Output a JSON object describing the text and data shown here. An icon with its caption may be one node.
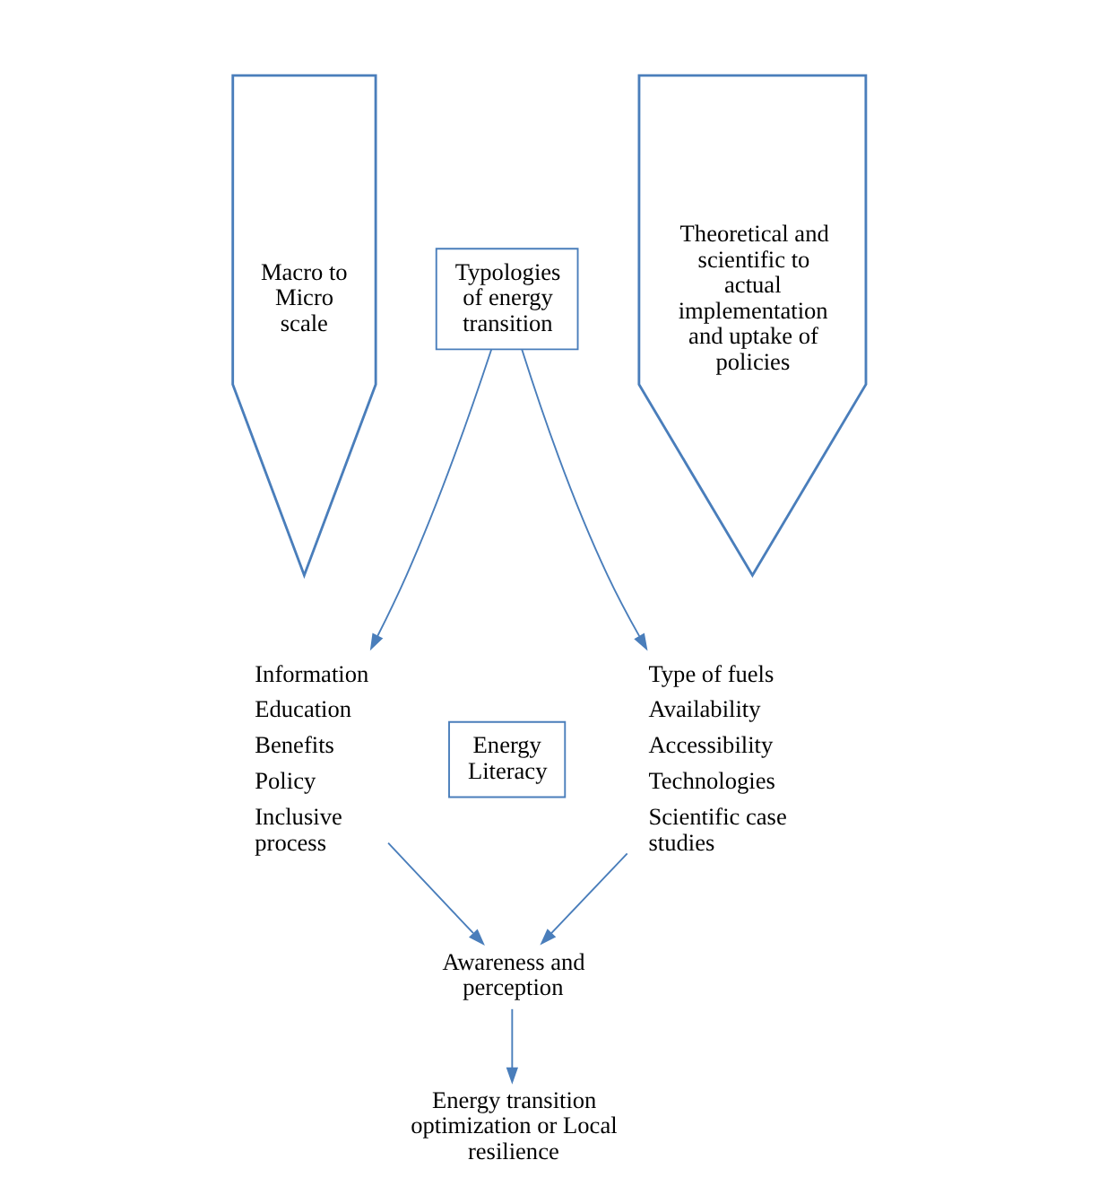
{
  "diagram": {
    "nodes": [
      {
        "text": [
          "Typologies of energy transition"
        ]
      },
      {
        "text": [
          "Information",
          "Education",
          "Benefits",
          "Policy",
          "Inclusive process"
        ]
      },
      {
        "text": [
          "Energy Literacy"
        ]
      },
      {
        "text": [
          "Type of fuels",
          "Availability",
          "Accessibility",
          "Technologies",
          "Scientific case studies"
        ]
      },
      {
        "text": [
          "Awareness and perception"
        ]
      },
      {
        "text": [
          "Energy transition optimization or Local resilience"
        ]
      },
      {
        "text": [
          "Macro to Micro scale"
        ]
      },
      {
        "text": [
          "Theoretical and scientific to actual implementation and uptake of policies"
        ]
      }
    ],
    "edges": [
      {
        "from": 0,
        "to": 1,
        "arrow": "to"
      },
      {
        "from": 0,
        "to": 3,
        "arrow": "to"
      },
      {
        "from": 1,
        "to": 4,
        "arrow": "to"
      },
      {
        "from": 3,
        "to": 4,
        "arrow": "to"
      },
      {
        "from": 4,
        "to": 5,
        "arrow": "to"
      }
    ]
  }
}
